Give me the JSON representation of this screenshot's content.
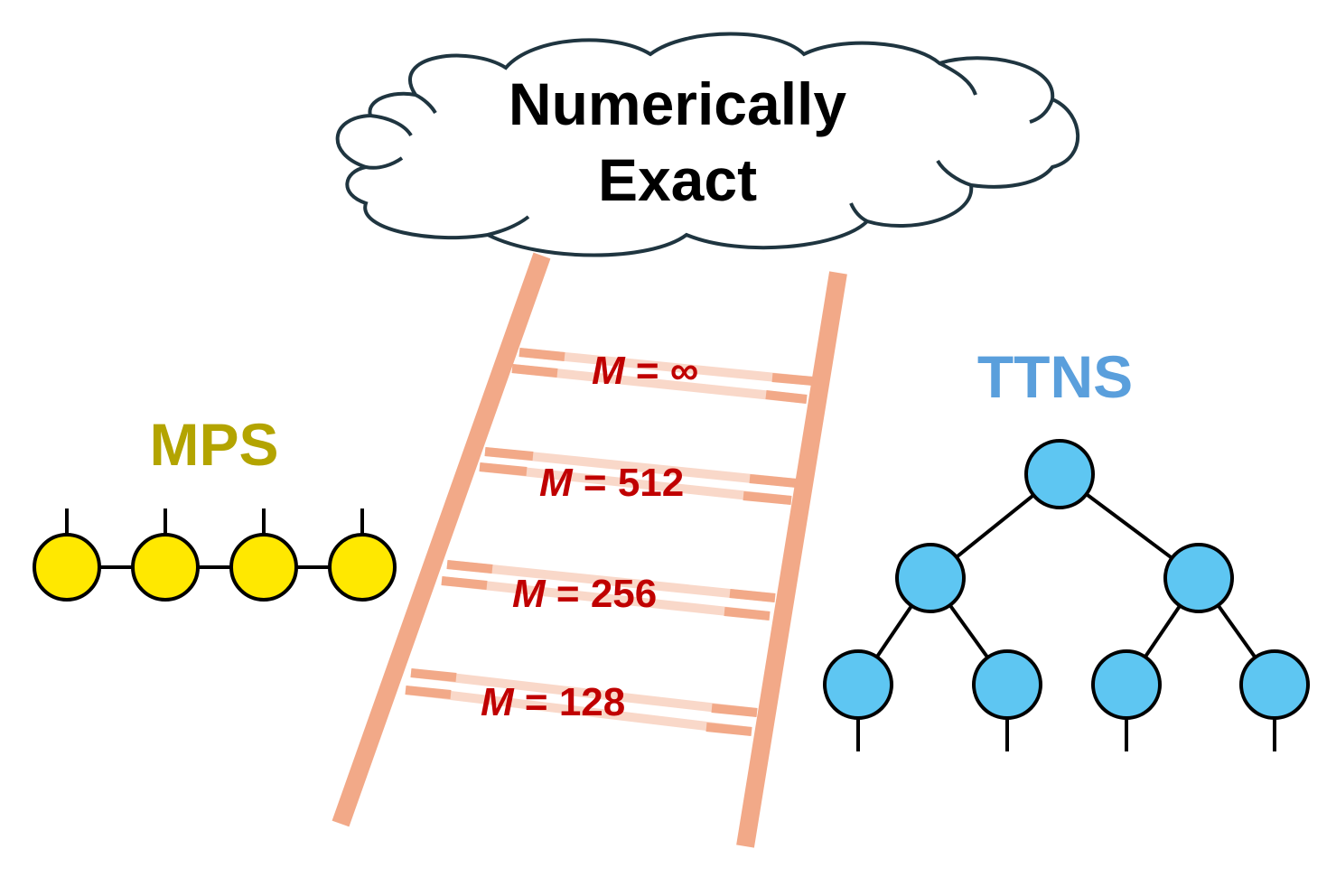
{
  "cloud": {
    "line1": "Numerically",
    "line2": "Exact"
  },
  "mps": {
    "label": "MPS",
    "label_color": "#b3a400",
    "node_color": "#ffe800"
  },
  "ttns": {
    "label": "TTNS",
    "label_color": "#5a9fdc",
    "node_color": "#5ec6f2"
  },
  "ladder": {
    "rail_color": "#f2a988",
    "label_color": "#c00000",
    "rungs": [
      {
        "symbol": "M",
        "equals": " = ",
        "value": "∞"
      },
      {
        "symbol": "M",
        "equals": " = ",
        "value": "512"
      },
      {
        "symbol": "M",
        "equals": " = ",
        "value": "256"
      },
      {
        "symbol": "M",
        "equals": " = ",
        "value": "128"
      }
    ]
  }
}
